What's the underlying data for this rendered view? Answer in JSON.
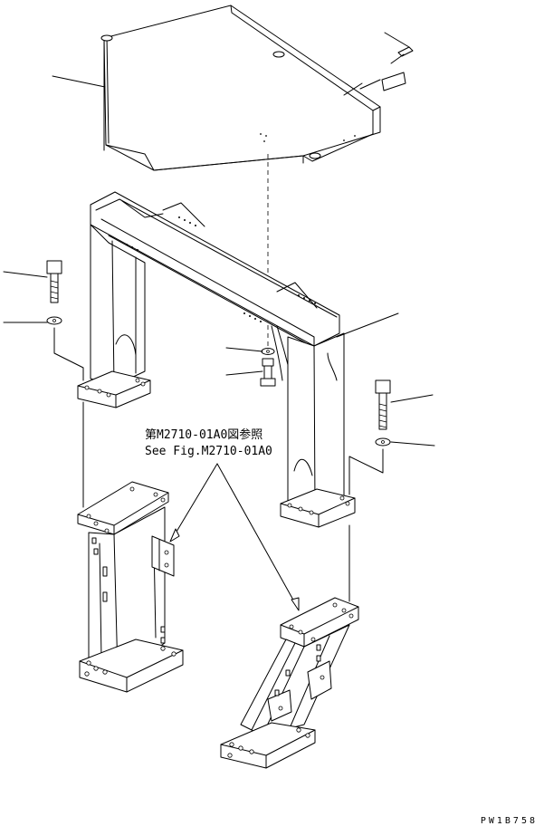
{
  "reference_note": {
    "line_jp": "第M2710-01A0図参照",
    "line_en": "See Fig.M2710-01A0"
  },
  "figure_code": "PW1B758"
}
